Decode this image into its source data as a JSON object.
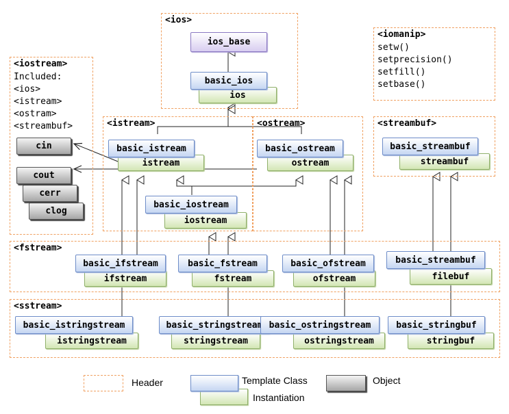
{
  "headers": {
    "ios": "<ios>",
    "iomanip": "<iomanip>",
    "iostream": "<iostream>",
    "istream": "<istream>",
    "ostream": "<ostream>",
    "streambuf": "<streambuf>",
    "fstream": "<fstream>",
    "sstream": "<sstream>"
  },
  "iomanip_functions": [
    "setw()",
    "setprecision()",
    "setfill()",
    "setbase()"
  ],
  "iostream_included": {
    "label": "Included:",
    "items": [
      "<ios>",
      "<istream>",
      "<ostram>",
      "<streambuf>"
    ]
  },
  "objects": {
    "cin": "cin",
    "cout": "cout",
    "cerr": "cerr",
    "clog": "clog"
  },
  "classes": {
    "ios_base": "ios_base",
    "basic_ios": "basic_ios",
    "ios": "ios",
    "basic_istream": "basic_istream",
    "istream": "istream",
    "basic_ostream": "basic_ostream",
    "ostream": "ostream",
    "basic_iostream": "basic_iostream",
    "iostream": "iostream",
    "basic_streambuf_top": "basic_streambuf",
    "streambuf": "streambuf",
    "basic_ifstream": "basic_ifstream",
    "ifstream": "ifstream",
    "basic_fstream": "basic_fstream",
    "fstream": "fstream",
    "basic_ofstream": "basic_ofstream",
    "ofstream": "ofstream",
    "basic_filebuf": "basic_streambuf",
    "filebuf": "filebuf",
    "basic_istringstream": "basic_istringstream",
    "istringstream": "istringstream",
    "basic_stringstream": "basic_stringstream",
    "stringstream": "stringstream",
    "basic_ostringstream": "basic_ostringstream",
    "ostringstream": "ostringstream",
    "basic_stringbuf": "basic_stringbuf",
    "stringbuf": "stringbuf"
  },
  "legend": {
    "header": "Header",
    "template_class": "Template Class",
    "object": "Object",
    "instantiation": "Instantiation"
  },
  "colors": {
    "header_border": "#f0a060",
    "template_class": "#c5d6f2",
    "instantiation": "#d3e6b4",
    "object": "#a6a6a6",
    "base_class": "#d8cdf0"
  }
}
